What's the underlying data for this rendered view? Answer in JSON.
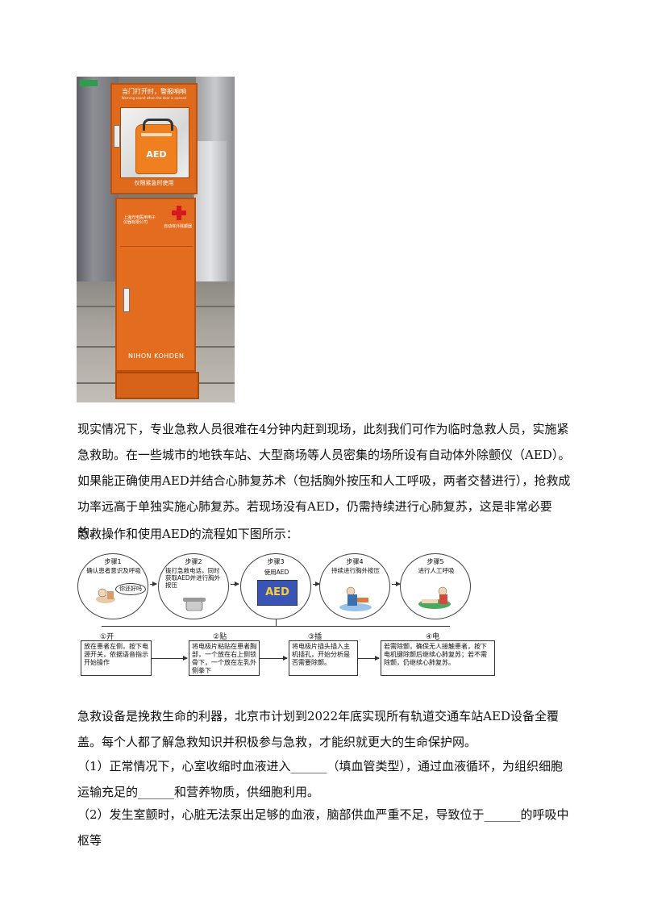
{
  "photo": {
    "banner": "当门打开时，警报响响",
    "banner_sub": "Warning sound when the door is opened",
    "device_label": "AED",
    "caption": "仅限紧急时使用",
    "cabinet_text_a": "上海光电医用电子仪器有限公司",
    "cabinet_text_b": "自动体外除颤器",
    "brand": "NIHON KOHDEN"
  },
  "paragraphs": {
    "p1": "现实情况下，专业急救人员很难在4分钟内赶到现场，此刻我们可作为临时急救人员，实施紧急救助。在一些城市的地铁车站、大型商场等人员密集的场所设有自动体外除颤仪（AED）。如果能正确使用AED并结合心肺复苏术（包括胸外按压和人工呼吸，两者交替进行），抢救成功率远高于单独实施心肺复苏。若现场没有AED，仍需持续进行心肺复苏，这是非常必要的。",
    "p2": "急救操作和使用AED的流程如下图所示：",
    "p3": "急救设备是挽救生命的利器，北京市计划到2022年底实现所有轨道交通车站AED设备全覆盖。每个人都了解急救知识并积极参与急救，才能织就更大的生命保护网。",
    "p4": "（1）正常情况下，心室收缩时血液进入______（填血管类型），通过血液循环，为组织细胞运输充足的______和营养物质，供细胞利用。",
    "p5": "（2）发生室颤时，心脏无法泵出足够的血液，脑部供血严重不足，导致位于______的呼吸中枢等"
  },
  "flow": {
    "steps": [
      {
        "title": "步骤1",
        "text": "确认患者意识及呼吸",
        "bubble": "你还好吗"
      },
      {
        "title": "步骤2",
        "text": "拨打急救电话，同时获取AED并进行胸外按压"
      },
      {
        "title": "步骤3",
        "text": "使用AED",
        "device": "AED"
      },
      {
        "title": "步骤4",
        "text": "持续进行胸外按压"
      },
      {
        "title": "步骤5",
        "text": "进行人工呼吸"
      }
    ],
    "substeps": [
      {
        "label": "①开",
        "text": "放在患者左侧，按下电源开关，依据语音指示开始操作"
      },
      {
        "label": "②贴",
        "text": "将电极片粘贴在患者胸部，一个放在右上侧锁骨下，一个放在左乳外侧拳下"
      },
      {
        "label": "③插",
        "text": "将电极片插头插入主机插孔，开始分析是否需要除颤。"
      },
      {
        "label": "④电",
        "text": "若需除颤，确保无人接触患者，按下电机键除颤后继续心肺复苏；若不需除颤，仍继续心肺复苏。"
      }
    ]
  },
  "colors": {
    "cabinet": "#e06a1c",
    "cross": "#d8161f"
  }
}
